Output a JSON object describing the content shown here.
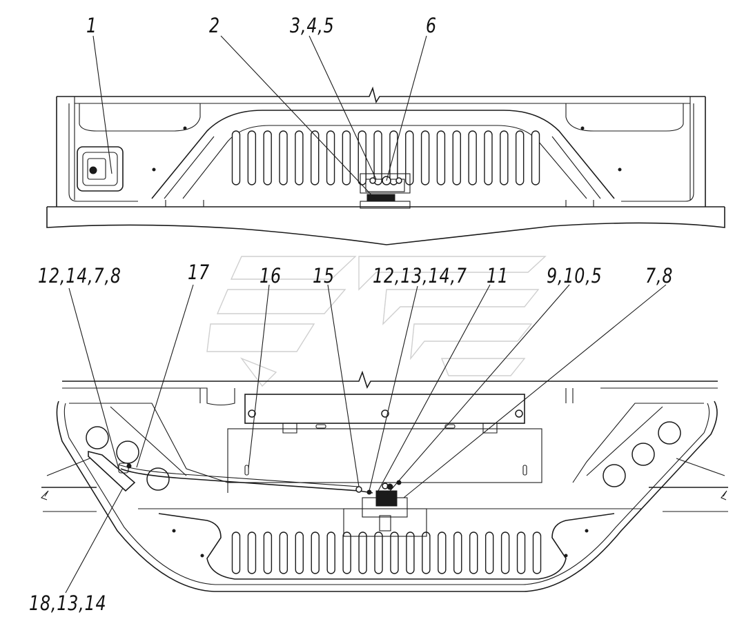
{
  "callouts": {
    "c1": "1",
    "c2": "2",
    "c345": "3,4,5",
    "c6": "6",
    "c12_14_7_8": "12,14,7,8",
    "c17": "17",
    "c16": "16",
    "c15": "15",
    "c12_13_14_7": "12,13,14,7",
    "c11": "11",
    "c9_10_5": "9,10,5",
    "c7_8": "7,8",
    "c18_13_14": "18,13,14"
  }
}
